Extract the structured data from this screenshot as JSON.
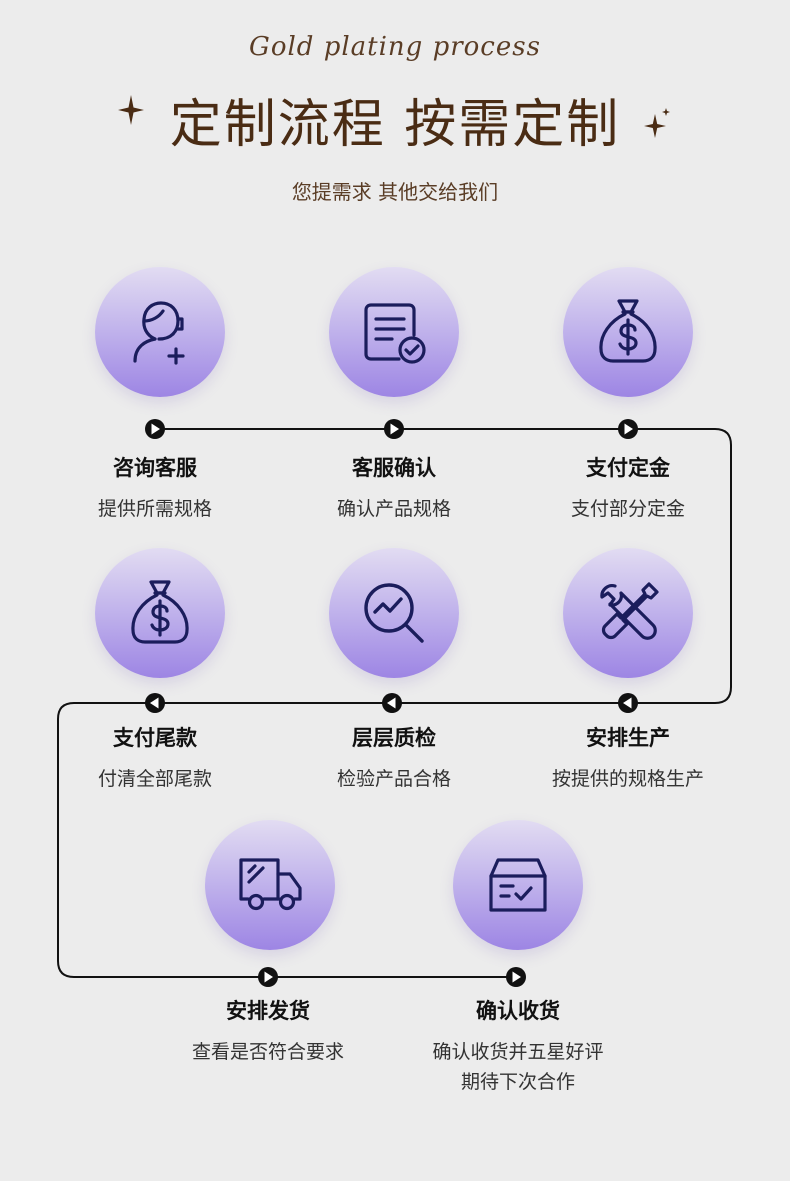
{
  "header": {
    "script_title": "Gold plating process",
    "main_title": "定制流程 按需定制",
    "subtitle": "您提需求 其他交给我们"
  },
  "steps": [
    {
      "title": "咨询客服",
      "desc": "提供所需规格",
      "icon": "customer-service-icon"
    },
    {
      "title": "客服确认",
      "desc": "确认产品规格",
      "icon": "document-check-icon"
    },
    {
      "title": "支付定金",
      "desc": "支付部分定金",
      "icon": "money-bag-icon"
    },
    {
      "title": "支付尾款",
      "desc": "付清全部尾款",
      "icon": "money-bag-icon"
    },
    {
      "title": "层层质检",
      "desc": "检验产品合格",
      "icon": "magnifier-chart-icon"
    },
    {
      "title": "安排生产",
      "desc": "按提供的规格生产",
      "icon": "tools-icon"
    },
    {
      "title": "安排发货",
      "desc": "查看是否符合要求",
      "icon": "delivery-truck-icon"
    },
    {
      "title": "确认收货",
      "desc": "确认收货并五星好评\n期待下次合作",
      "icon": "package-box-icon"
    }
  ]
}
